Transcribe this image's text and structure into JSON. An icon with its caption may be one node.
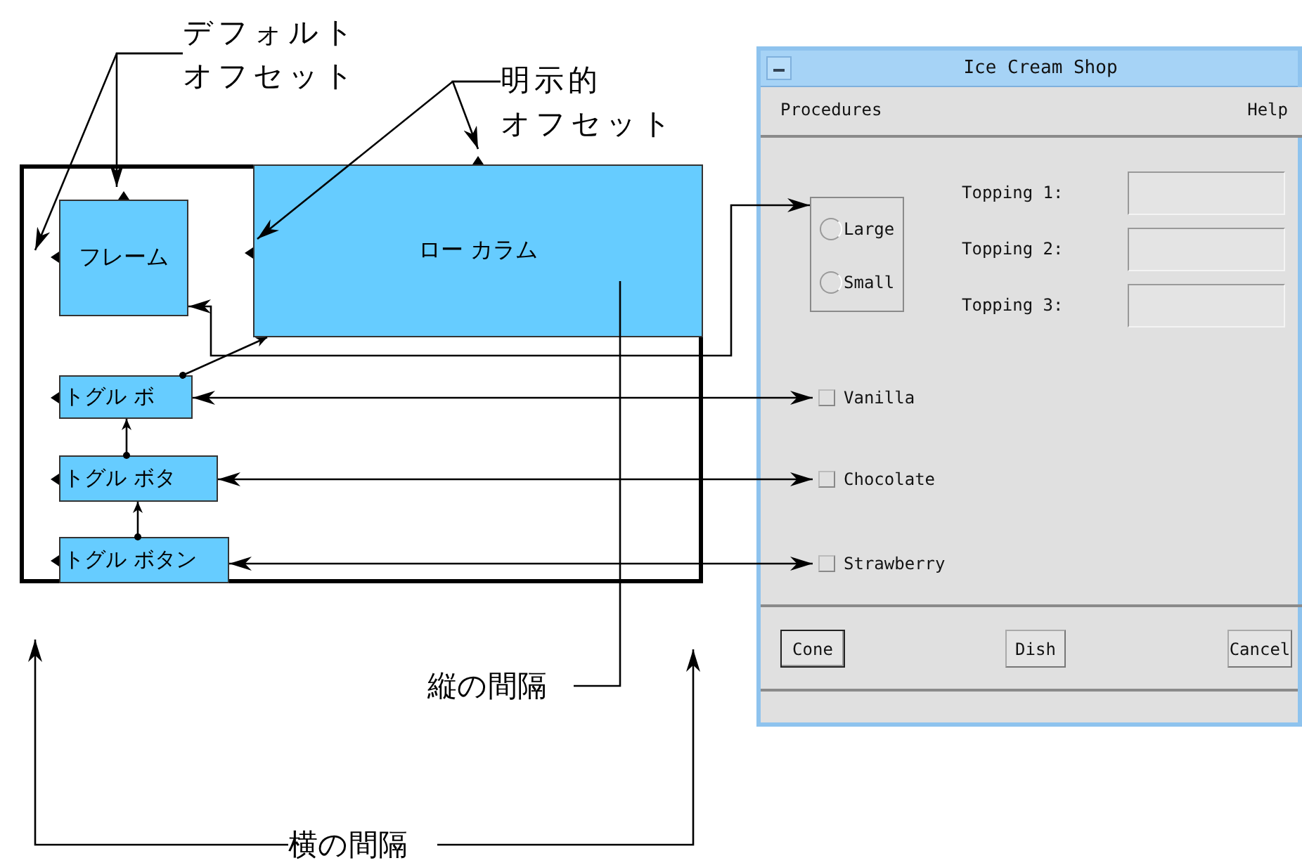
{
  "diagram": {
    "nodes": [
      {
        "text": [],
        "shape": "box"
      },
      {
        "text": [
          "フレーム"
        ],
        "in": 0
      },
      {
        "text": [
          "ロー カラム"
        ],
        "in": 0
      },
      {
        "text": [
          "トグル ボ"
        ],
        "in": 0
      },
      {
        "text": [
          "トグル ボタ"
        ],
        "in": 0
      },
      {
        "text": [
          "トグル ボタン"
        ],
        "in": 0
      },
      {
        "text": [
          "デフォルトオフセット"
        ]
      },
      {
        "text": [
          "明示的オフセット"
        ]
      },
      {
        "text": [
          "縦の間隔"
        ]
      },
      {
        "text": [
          "横の間隔"
        ]
      },
      {
        "text": [
          "Ice Cream Shop"
        ]
      },
      {
        "text": [
          "Procedures",
          "Help"
        ],
        "in": 10
      },
      {
        "text": [
          "Large",
          "Small"
        ],
        "in": 10
      },
      {
        "text": [
          "Vanilla"
        ],
        "in": 10
      },
      {
        "text": [
          "Chocolate"
        ],
        "in": 10
      },
      {
        "text": [
          "Strawberry"
        ],
        "in": 10
      },
      {
        "text": [
          "Cone"
        ],
        "in": 10
      },
      {
        "text": [
          "Dish"
        ],
        "in": 10
      },
      {
        "text": [
          "Cancel"
        ],
        "in": 10
      },
      {
        "text": [],
        "shape": "bar",
        "in": 10
      }
    ],
    "edges": [
      {
        "from": 6,
        "to": 0,
        "arrow": "to"
      },
      {
        "from": 6,
        "to": 1,
        "arrow": "to"
      },
      {
        "from": 7,
        "to": 2,
        "arrow": "to"
      },
      {
        "from": 7,
        "to": 2,
        "arrow": "to"
      },
      {
        "from": 1,
        "to": 12,
        "arrow": "both"
      },
      {
        "from": 3,
        "to": 13,
        "arrow": "both"
      },
      {
        "from": 4,
        "to": 14,
        "arrow": "both"
      },
      {
        "from": 5,
        "to": 15,
        "arrow": "both"
      },
      {
        "from": 3,
        "to": 2,
        "arrow": "to"
      },
      {
        "from": 4,
        "to": 3,
        "arrow": "to"
      },
      {
        "from": 5,
        "to": 4,
        "arrow": "to"
      },
      {
        "from": 8,
        "to": 2,
        "arrow": "none"
      },
      {
        "from": 9,
        "to": null,
        "arrow": "to"
      },
      {
        "from": 9,
        "to": null,
        "arrow": "to"
      }
    ],
    "labels": [
      "Topping 1:",
      "Topping 2:",
      "Topping 3:"
    ]
  }
}
